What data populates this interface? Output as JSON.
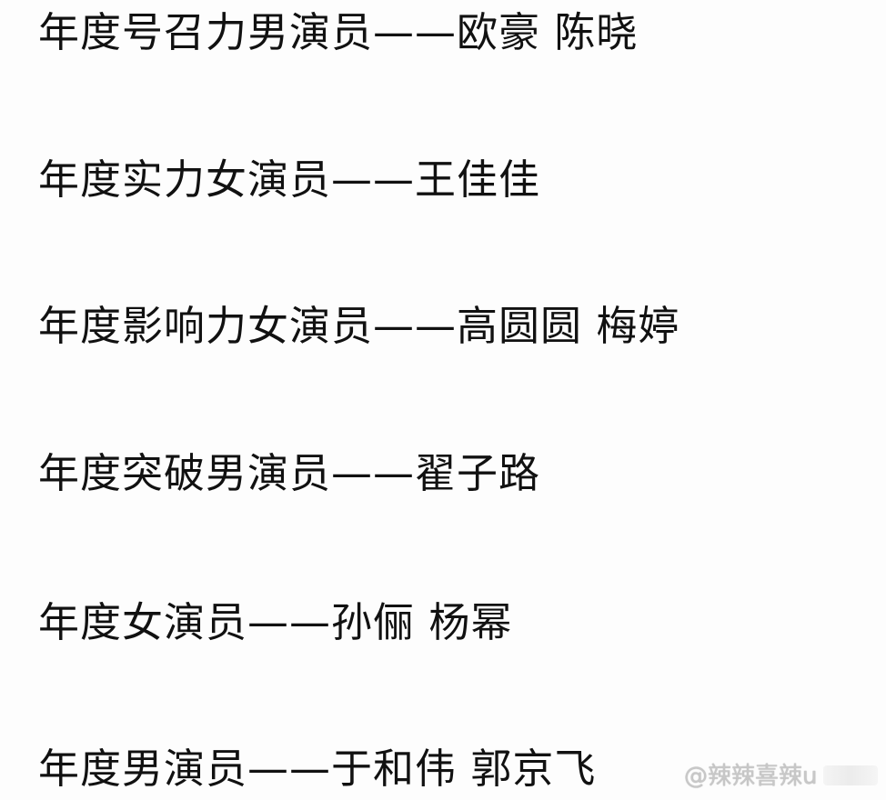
{
  "lines": [
    {
      "category": "年度号召力男演员",
      "sep": "——",
      "names": "欧豪 陈晓"
    },
    {
      "category": "年度实力女演员",
      "sep": "——",
      "names": "王佳佳"
    },
    {
      "category": "年度影响力女演员",
      "sep": "——",
      "names": "高圆圆 梅婷"
    },
    {
      "category": "年度突破男演员",
      "sep": "——",
      "names": "翟子路"
    },
    {
      "category": "年度女演员",
      "sep": "——",
      "names": "孙俪 杨幂"
    },
    {
      "category": "年度男演员",
      "sep": "——",
      "names": "于和伟 郭京飞"
    }
  ],
  "watermark": "@辣辣喜辣u"
}
